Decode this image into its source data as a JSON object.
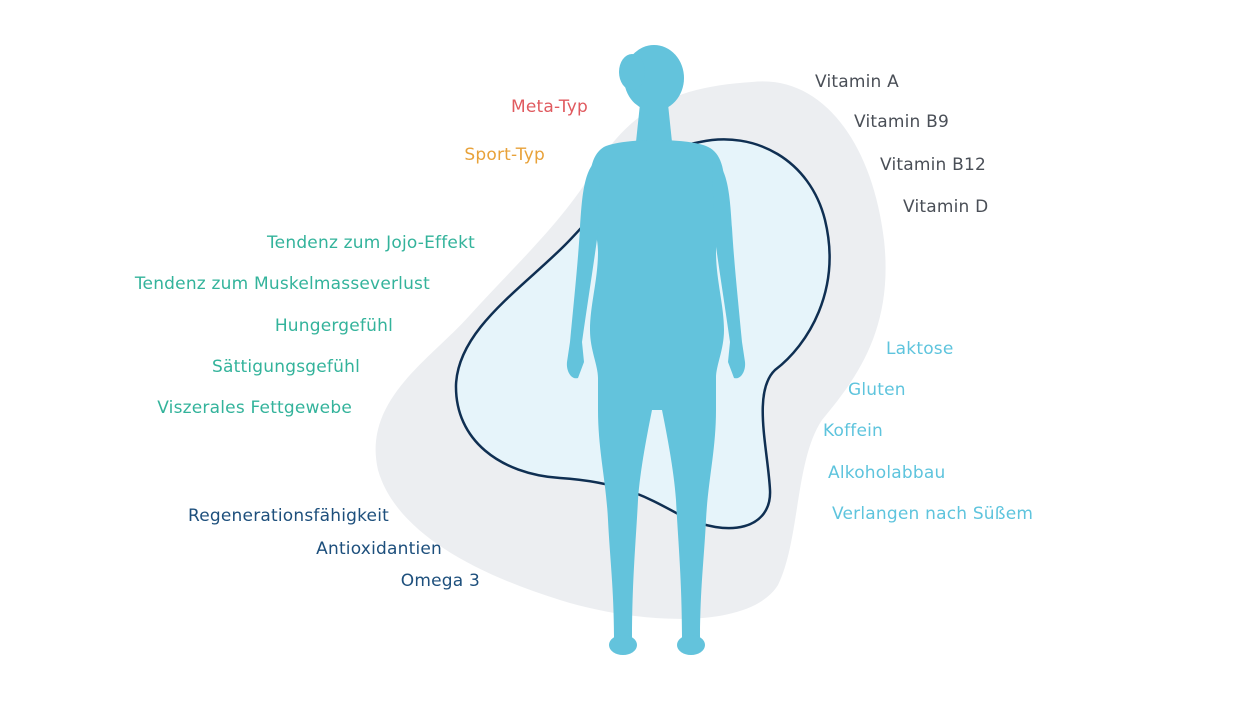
{
  "colors": {
    "meta": "#e05a5f",
    "sport": "#e8a23a",
    "green": "#33b39b",
    "navy": "#1d4f7c",
    "vitamin": "#4a4f57",
    "lightblue": "#5ec4dd",
    "body": "#63c3dc",
    "blob_gray": "#eceef1",
    "blob_light": "#e6f4fa",
    "outline": "#0f2f52"
  },
  "labels": {
    "meta_typ": "Meta-Typ",
    "sport_typ": "Sport-Typ",
    "jojo": "Tendenz zum Jojo-Effekt",
    "muskel": "Tendenz zum Muskelmasseverlust",
    "hunger": "Hungergefühl",
    "saettigung": "Sättigungsgefühl",
    "viszeral": "Viszerales Fettgewebe",
    "regeneration": "Regenerationsfähigkeit",
    "antioxidantien": "Antioxidantien",
    "omega": "Omega 3",
    "vitamin_a": "Vitamin A",
    "vitamin_b9": "Vitamin B9",
    "vitamin_b12": "Vitamin B12",
    "vitamin_d": "Vitamin D",
    "laktose": "Laktose",
    "gluten": "Gluten",
    "koffein": "Koffein",
    "alkohol": "Alkoholabbau",
    "suesses": "Verlangen nach Süßem"
  }
}
